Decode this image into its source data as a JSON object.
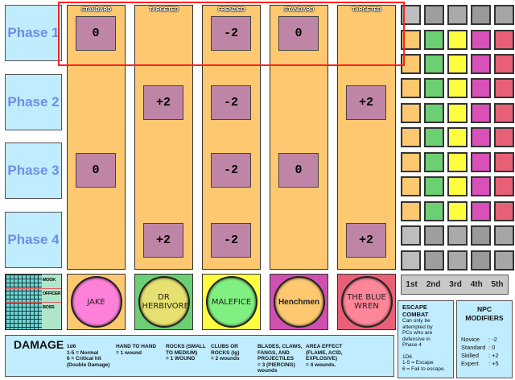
{
  "phases": [
    "Phase 1",
    "Phase 2",
    "Phase 3",
    "Phase 4"
  ],
  "columns": [
    {
      "header": "STANDARD",
      "mods": [
        "0",
        "",
        "0",
        ""
      ]
    },
    {
      "header": "TARGETED",
      "mods": [
        "",
        "+2",
        "",
        "+2"
      ]
    },
    {
      "header": "FRENZIED",
      "mods": [
        "-2",
        "-2",
        "-2",
        "-2"
      ]
    },
    {
      "header": "STANDARD",
      "mods": [
        "0",
        "",
        "0",
        ""
      ]
    },
    {
      "header": "TARGETED",
      "mods": [
        "",
        "+2",
        "",
        "+2"
      ]
    }
  ],
  "characters": [
    {
      "name": "JAKE",
      "bg": "#fdc870",
      "circle": "#ff80d8"
    },
    {
      "name": "DR HERBIVORE",
      "bg": "#6ccf73",
      "circle": "#e6e070"
    },
    {
      "name": "MALEFICE",
      "bg": "#ffff40",
      "circle": "#80f080"
    },
    {
      "name": "Henchmen",
      "bg": "#d050b0",
      "circle": "#fdc870"
    },
    {
      "name": "THE BLUE WREN",
      "bg": "#e86075",
      "circle": "#ff8598"
    }
  ],
  "tracker": {
    "labels": [
      "MOOK",
      "OFFICER",
      "BOSS"
    ]
  },
  "grid_colors": {
    "gray": [
      "#bdbdbd",
      "#9e9e9e",
      "#aaaaaa",
      "#999999",
      "#a6a6a6"
    ],
    "color": [
      "#fdc870",
      "#6ccf73",
      "#ffff40",
      "#d850b8",
      "#e86075"
    ],
    "row_types": [
      "gray",
      "color",
      "color",
      "color",
      "color",
      "color",
      "color",
      "color",
      "color",
      "gray",
      "gray"
    ]
  },
  "order": [
    "1st",
    "2nd",
    "3rd",
    "4th",
    "5th"
  ],
  "damage": {
    "title": "DAMAGE",
    "entries": [
      {
        "head": "1d6",
        "body": "1-5 = Normal\n6 = Critical hit\n(Double Damage)"
      },
      {
        "head": "HAND TO HAND",
        "body": "= 1 wound"
      },
      {
        "head": "ROCKS (SMALL TO MEDIUM)",
        "body": "= 1 WOUND"
      },
      {
        "head": "CLUBS OR ROCKS (lg)",
        "body": "= 2 wounds"
      },
      {
        "head": "BLADES, CLAWS, FANGS, AND PROJECTILES",
        "body": "= 3 (PIERCING) wounds"
      },
      {
        "head": "AREA EFFECT (FLAME, ACID, EXPLOSIVE)",
        "body": "= 4 wounds."
      }
    ]
  },
  "escape": {
    "title": "ESCAPE COMBAT",
    "body": "Can only be attempted by PCs who are defensive in Phase 4",
    "roll": "1D6\n1-5 = Escape\n6 = Fail to escape."
  },
  "npc": {
    "title": "NPC MODIFIERS",
    "rows": [
      [
        "Novice",
        ": -2"
      ],
      [
        "Standard",
        ": 0"
      ],
      [
        "Skilled",
        ": +2"
      ],
      [
        "Expert",
        ": +5"
      ]
    ]
  },
  "highlight_color": "#ff2020"
}
